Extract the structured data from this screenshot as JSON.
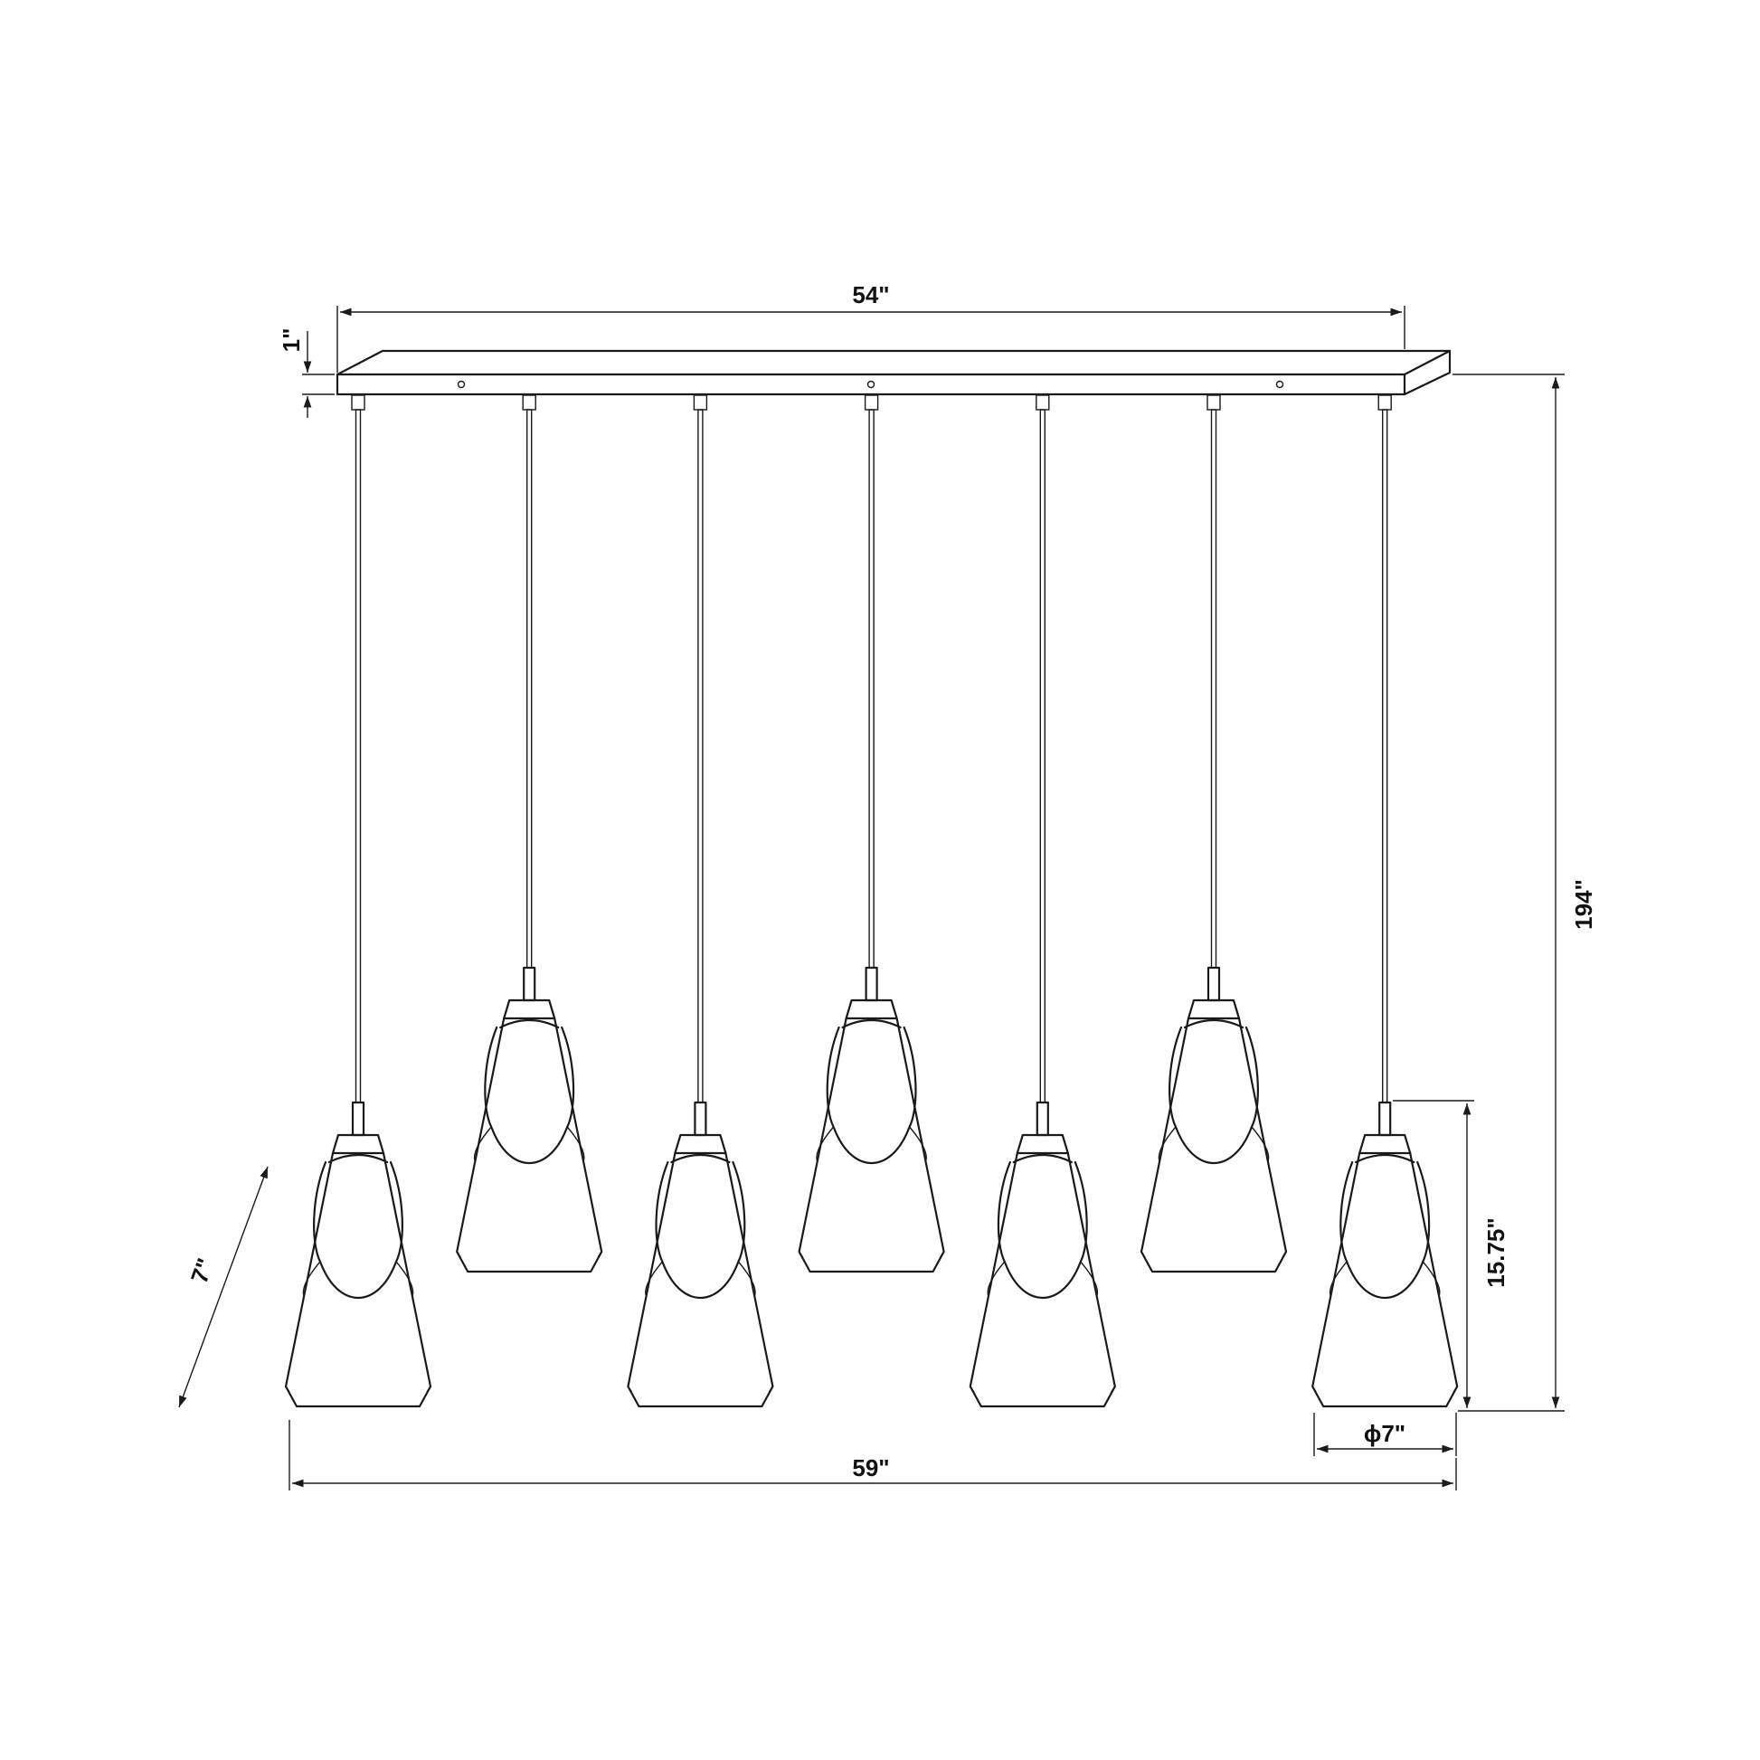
{
  "diagram": {
    "subject": "linear 7-light pendant",
    "canopy_count": 1,
    "pendant_count": 7,
    "dimensions": {
      "canopy_length": "54\"",
      "canopy_height": "1\"",
      "overall_height": "194\"",
      "shade_height": "15.75\"",
      "shade_diameter": "ϕ7\"",
      "overall_length": "59\"",
      "depth": "7\""
    }
  }
}
